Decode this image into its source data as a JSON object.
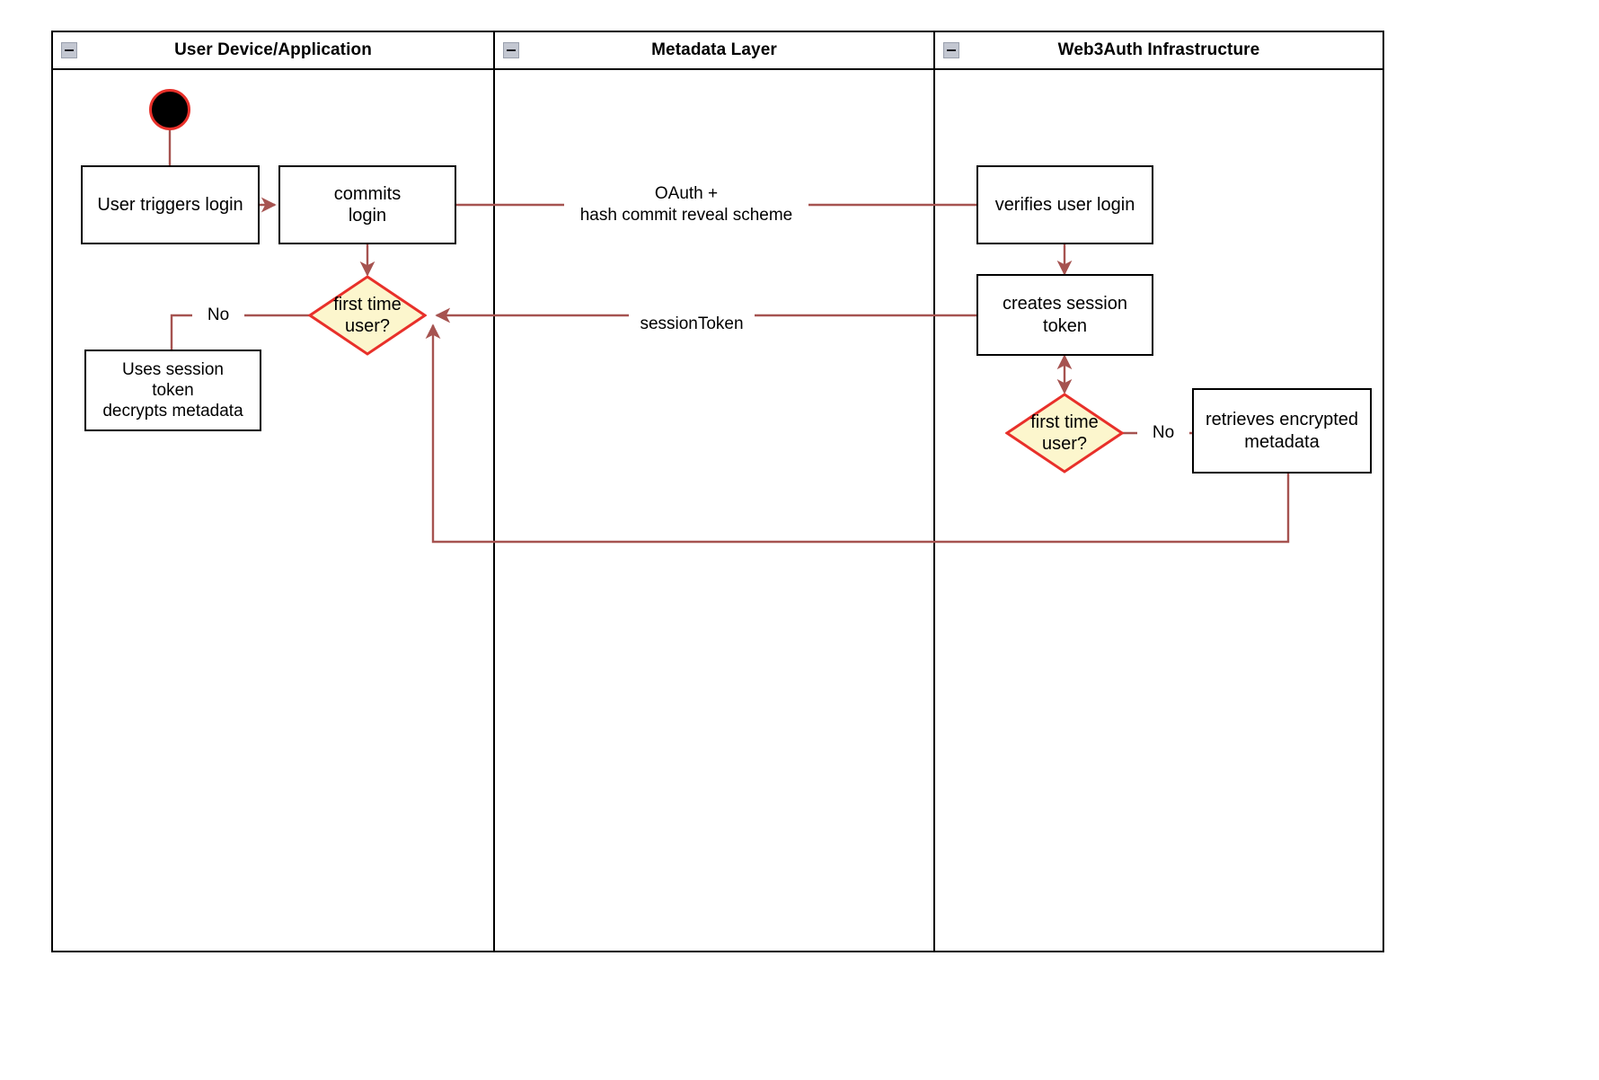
{
  "diagram": {
    "title": "Web3Auth login activity diagram",
    "colors": {
      "lane_border": "#000000",
      "node_border": "#000000",
      "node_fill": "#ffffff",
      "edge": "#a65350",
      "decision_border": "#e8302a",
      "decision_fill": "#fcf6cd",
      "start_fill": "#000000",
      "start_border": "#e8302a",
      "collapse_icon_fill": "#c3c7d1"
    },
    "lanes": [
      {
        "id": "user-device",
        "label": "User Device/Application",
        "collapse_icon": "minus-icon"
      },
      {
        "id": "metadata-layer",
        "label": "Metadata Layer",
        "collapse_icon": "minus-icon"
      },
      {
        "id": "web3auth",
        "label": "Web3Auth Infrastructure",
        "collapse_icon": "minus-icon"
      }
    ],
    "nodes": [
      {
        "id": "start",
        "type": "start",
        "label": "",
        "lane": "user-device"
      },
      {
        "id": "user-triggers-login",
        "type": "action",
        "label": "User triggers login",
        "lane": "user-device"
      },
      {
        "id": "commits-login",
        "type": "action",
        "label": "commits\nlogin",
        "lane": "user-device"
      },
      {
        "id": "first-time-user-client",
        "type": "decision",
        "label": "first time\nuser?",
        "lane": "user-device"
      },
      {
        "id": "uses-session-token",
        "type": "action",
        "label": "Uses session\ntoken\ndecrypts metadata",
        "lane": "user-device"
      },
      {
        "id": "verifies-user-login",
        "type": "action",
        "label": "verifies user login",
        "lane": "web3auth"
      },
      {
        "id": "creates-session-token",
        "type": "action",
        "label": "creates session\ntoken",
        "lane": "web3auth"
      },
      {
        "id": "first-time-user-server",
        "type": "decision",
        "label": "first time\nuser?",
        "lane": "web3auth"
      },
      {
        "id": "retrieves-encrypted-metadata",
        "type": "action",
        "label": "retrieves encrypted\nmetadata",
        "lane": "web3auth"
      }
    ],
    "edges": [
      {
        "id": "start-to-trigger",
        "from": "start",
        "to": "user-triggers-login",
        "label": ""
      },
      {
        "id": "trigger-to-commits",
        "from": "user-triggers-login",
        "to": "commits-login",
        "label": ""
      },
      {
        "id": "commits-to-verifies",
        "from": "commits-login",
        "to": "verifies-user-login",
        "label": "OAuth +\nhash commit reveal scheme"
      },
      {
        "id": "commits-to-decision",
        "from": "commits-login",
        "to": "first-time-user-client",
        "label": ""
      },
      {
        "id": "decision-no-to-session",
        "from": "first-time-user-client",
        "to": "uses-session-token",
        "label": "No"
      },
      {
        "id": "verifies-to-creates",
        "from": "verifies-user-login",
        "to": "creates-session-token",
        "label": ""
      },
      {
        "id": "creates-to-client-decision",
        "from": "creates-session-token",
        "to": "first-time-user-client",
        "label": "sessionToken"
      },
      {
        "id": "creates-to-server-decision",
        "from": "creates-session-token",
        "to": "first-time-user-server",
        "label": ""
      },
      {
        "id": "server-decision-no-to-retrieves",
        "from": "first-time-user-server",
        "to": "retrieves-encrypted-metadata",
        "label": "No"
      },
      {
        "id": "retrieves-back-to-client-decision",
        "from": "retrieves-encrypted-metadata",
        "to": "first-time-user-client",
        "label": ""
      }
    ],
    "edge_labels": {
      "oauth": "OAuth +\nhash commit reveal scheme",
      "session_token": "sessionToken",
      "no_client": "No",
      "no_server": "No"
    }
  }
}
